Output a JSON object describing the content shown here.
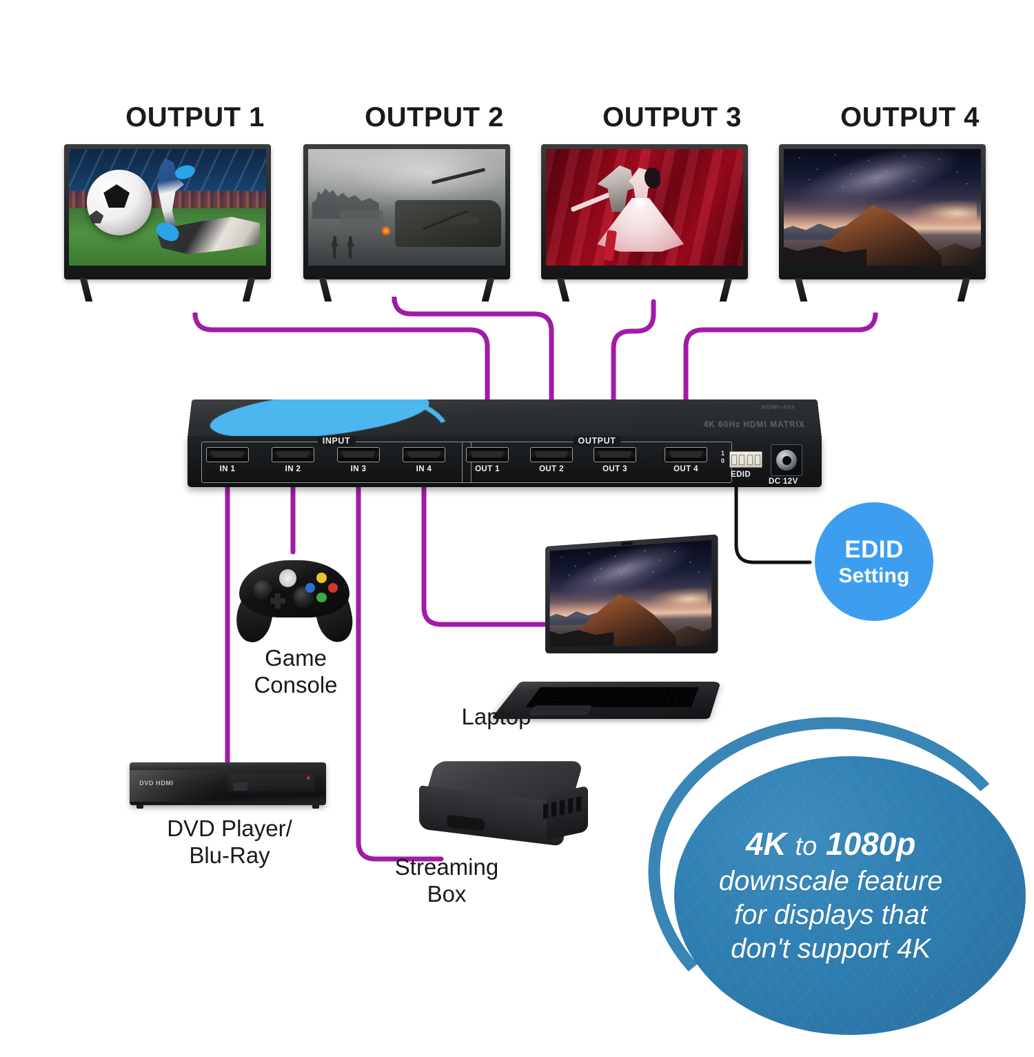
{
  "outputs": [
    {
      "label": "OUTPUT 1",
      "scene": "soccer"
    },
    {
      "label": "OUTPUT 2",
      "scene": "war"
    },
    {
      "label": "OUTPUT 3",
      "scene": "ballet"
    },
    {
      "label": "OUTPUT 4",
      "scene": "mountain-night-sky"
    }
  ],
  "device": {
    "input_group_label": "INPUT",
    "output_group_label": "OUTPUT",
    "inputs": [
      {
        "label": "IN 1"
      },
      {
        "label": "IN 2"
      },
      {
        "label": "IN 3"
      },
      {
        "label": "IN 4"
      }
    ],
    "device_outputs": [
      {
        "label": "OUT 1"
      },
      {
        "label": "OUT 2"
      },
      {
        "label": "OUT 3"
      },
      {
        "label": "OUT 4"
      }
    ],
    "edid_label": "EDID",
    "edid_scale_high": "1",
    "edid_scale_low": "0",
    "power_label": "DC 12V",
    "brand_mark": "4K 60Hz HDMI MATRIX",
    "model_mark": "HDMI-404"
  },
  "sources": [
    {
      "label": "Game Console",
      "port": "IN 2"
    },
    {
      "label": "DVD Player/\nBlu-Ray",
      "port": "IN 1"
    },
    {
      "label": "Streaming\nBox",
      "port": "IN 3"
    },
    {
      "label": "Laptop",
      "port": "IN 4"
    }
  ],
  "edid_badge": {
    "line1": "EDID",
    "line2": "Setting"
  },
  "callout": {
    "headline_big1": "4K",
    "headline_small": "to",
    "headline_big2": "1080p",
    "line2": "downscale feature",
    "line3": "for displays that",
    "line4": "don't support 4K"
  },
  "colors": {
    "wire": "#a21aa8",
    "power_wire": "#111111",
    "badge_blue": "#3d9ef0",
    "callout_blue": "#2f7fb3",
    "callout_arc": "#2f7fb3",
    "device_logo_blue": "#4cb7ef"
  }
}
